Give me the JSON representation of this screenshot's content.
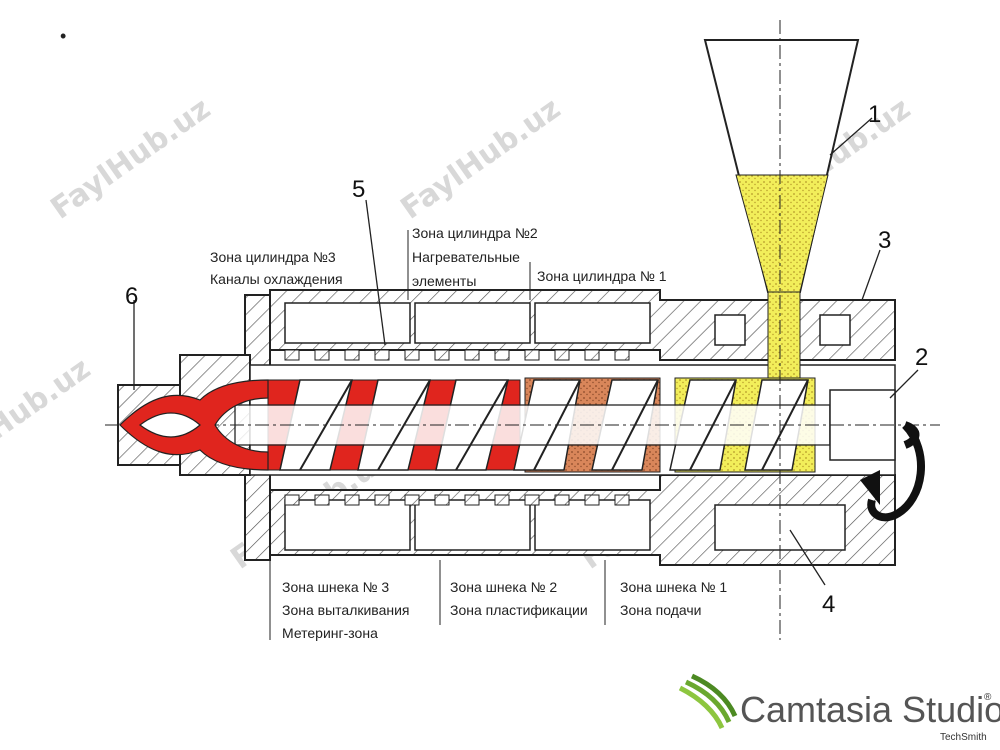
{
  "bullet": "•",
  "labels": {
    "cyl3_line1": "Зона цилиндра №3",
    "cyl3_line2": "Каналы охлаждения",
    "cyl2_line1": "Зона цилиндра №2",
    "cyl2_line2": "Нагревательные",
    "cyl2_line3": "элементы",
    "cyl1": "Зона цилиндра № 1",
    "screw3_line1": "Зона шнека № 3",
    "screw3_line2": "Зона выталкивания",
    "screw3_line3": "Метеринг-зона",
    "screw2_line1": "Зона шнека № 2",
    "screw2_line2": "Зона пластификации",
    "screw1_line1": "Зона шнека № 1",
    "screw1_line2": "Зона подачи"
  },
  "numbers": {
    "n1": "1",
    "n2": "2",
    "n3": "3",
    "n4": "4",
    "n5": "5",
    "n6": "6"
  },
  "watermark": "FaylHub.uz",
  "logo": {
    "name": "Camtasia Studio",
    "registered": "®",
    "maker": "TechSmith"
  },
  "colors": {
    "melt": "#e0251e",
    "granules": "#f2ee5a",
    "softened": "#d9865a",
    "metal": "#ffffff",
    "logo_green": "#8dc63f"
  }
}
